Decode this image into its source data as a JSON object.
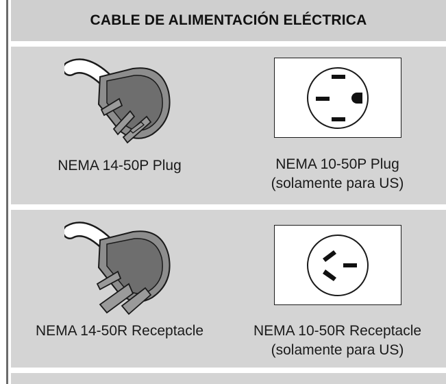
{
  "header": {
    "title": "CABLE DE ALIMENTACIÓN ELÉCTRICA"
  },
  "row1": {
    "left": {
      "caption": "NEMA 14-50P Plug"
    },
    "right": {
      "caption_line1": "NEMA 10-50P Plug",
      "caption_line2": "(solamente para US)"
    }
  },
  "row2": {
    "left": {
      "caption": "NEMA 14-50R Receptacle"
    },
    "right": {
      "caption_line1": "NEMA 10-50R Receptacle",
      "caption_line2": "(solamente para US)"
    }
  }
}
